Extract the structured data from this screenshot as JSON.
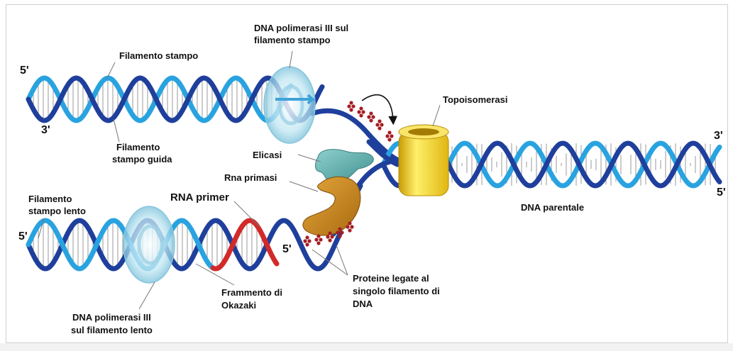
{
  "labels": {
    "pol_top_1": "DNA polimerasi III sul",
    "pol_top_2": "filamento stampo",
    "filamento_stampo": "Filamento stampo",
    "guida_1": "Filamento",
    "guida_2": "stampo guida",
    "topoisomerasi": "Topoisomerasi",
    "elicasi": "Elicasi",
    "rna_primasi": "Rna primasi",
    "rna_primer": "RNA primer",
    "lento_1": "Filamento",
    "lento_2": "stampo lento",
    "dna_parentale": "DNA parentale",
    "proteine_1": "Proteine legate al",
    "proteine_2": "singolo filamento di",
    "proteine_3": "DNA",
    "okazaki_1": "Frammento di",
    "okazaki_2": "Okazaki",
    "pol_bottom_1": "DNA polimerasi III",
    "pol_bottom_2": "sul filamento lento"
  },
  "ends": {
    "top_left_5": "5'",
    "top_left_3": "3'",
    "right_3": "3'",
    "right_5": "5'",
    "bottom_left_5": "5'",
    "primer_5": "5'"
  },
  "colors": {
    "dark_strand": "#1f3f9c",
    "light_strand": "#29a3e0",
    "primer": "#d22a2a",
    "topoisomerase": "#f3cf1e",
    "helicase": "#5fa8a7",
    "primase": "#c8891c",
    "polymerase": "#bfe6f2",
    "ssb": "#a51e22"
  }
}
